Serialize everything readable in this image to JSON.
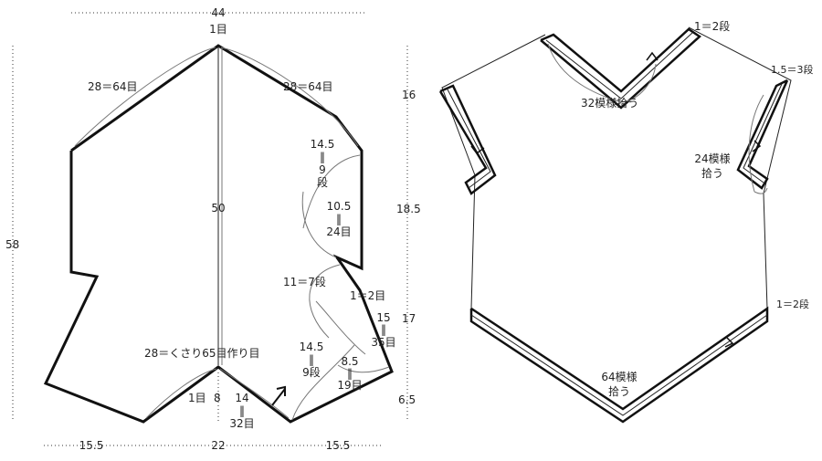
{
  "left_panel": {
    "top_width": "44",
    "top_stitch": "1目",
    "left_shoulder": "28＝64目",
    "right_shoulder": "28＝64目",
    "center_height": "50",
    "armhole_1_lines": [
      "14.5",
      "‖",
      "9",
      "段"
    ],
    "armhole_2_lines": [
      "10.5",
      "‖",
      "24目"
    ],
    "side_rows": "11＝7段",
    "side_stitch": "1＝2目",
    "side_right_lines": [
      "15",
      "‖",
      "35目"
    ],
    "chain_cast": "28＝くさり65目作り目",
    "bottom_left_1_lines": [
      "14.5",
      "‖",
      "9段"
    ],
    "bottom_left_2_lines": [
      "8.5",
      "‖",
      "19目"
    ],
    "bottom_center_stitch": "1目",
    "bottom_center_num": "8",
    "bottom_center_lines": [
      "14",
      "‖",
      "32目"
    ],
    "left_height": "58",
    "right_dim_1": "16",
    "right_dim_2": "18.5",
    "right_dim_3": "17",
    "right_dim_4": "6.5",
    "bottom_dim_1": "15.5",
    "bottom_dim_2": "22",
    "bottom_dim_3": "15.5"
  },
  "right_panel": {
    "neck_rows": "1＝2段",
    "neck_pickup": "32模様拾う",
    "shoulder_rows": "1.5＝3段",
    "armhole_lines": [
      "24模様",
      "拾う"
    ],
    "hem_rows": "1＝2段",
    "hem_pickup_lines": [
      "64模様",
      "拾う"
    ]
  }
}
